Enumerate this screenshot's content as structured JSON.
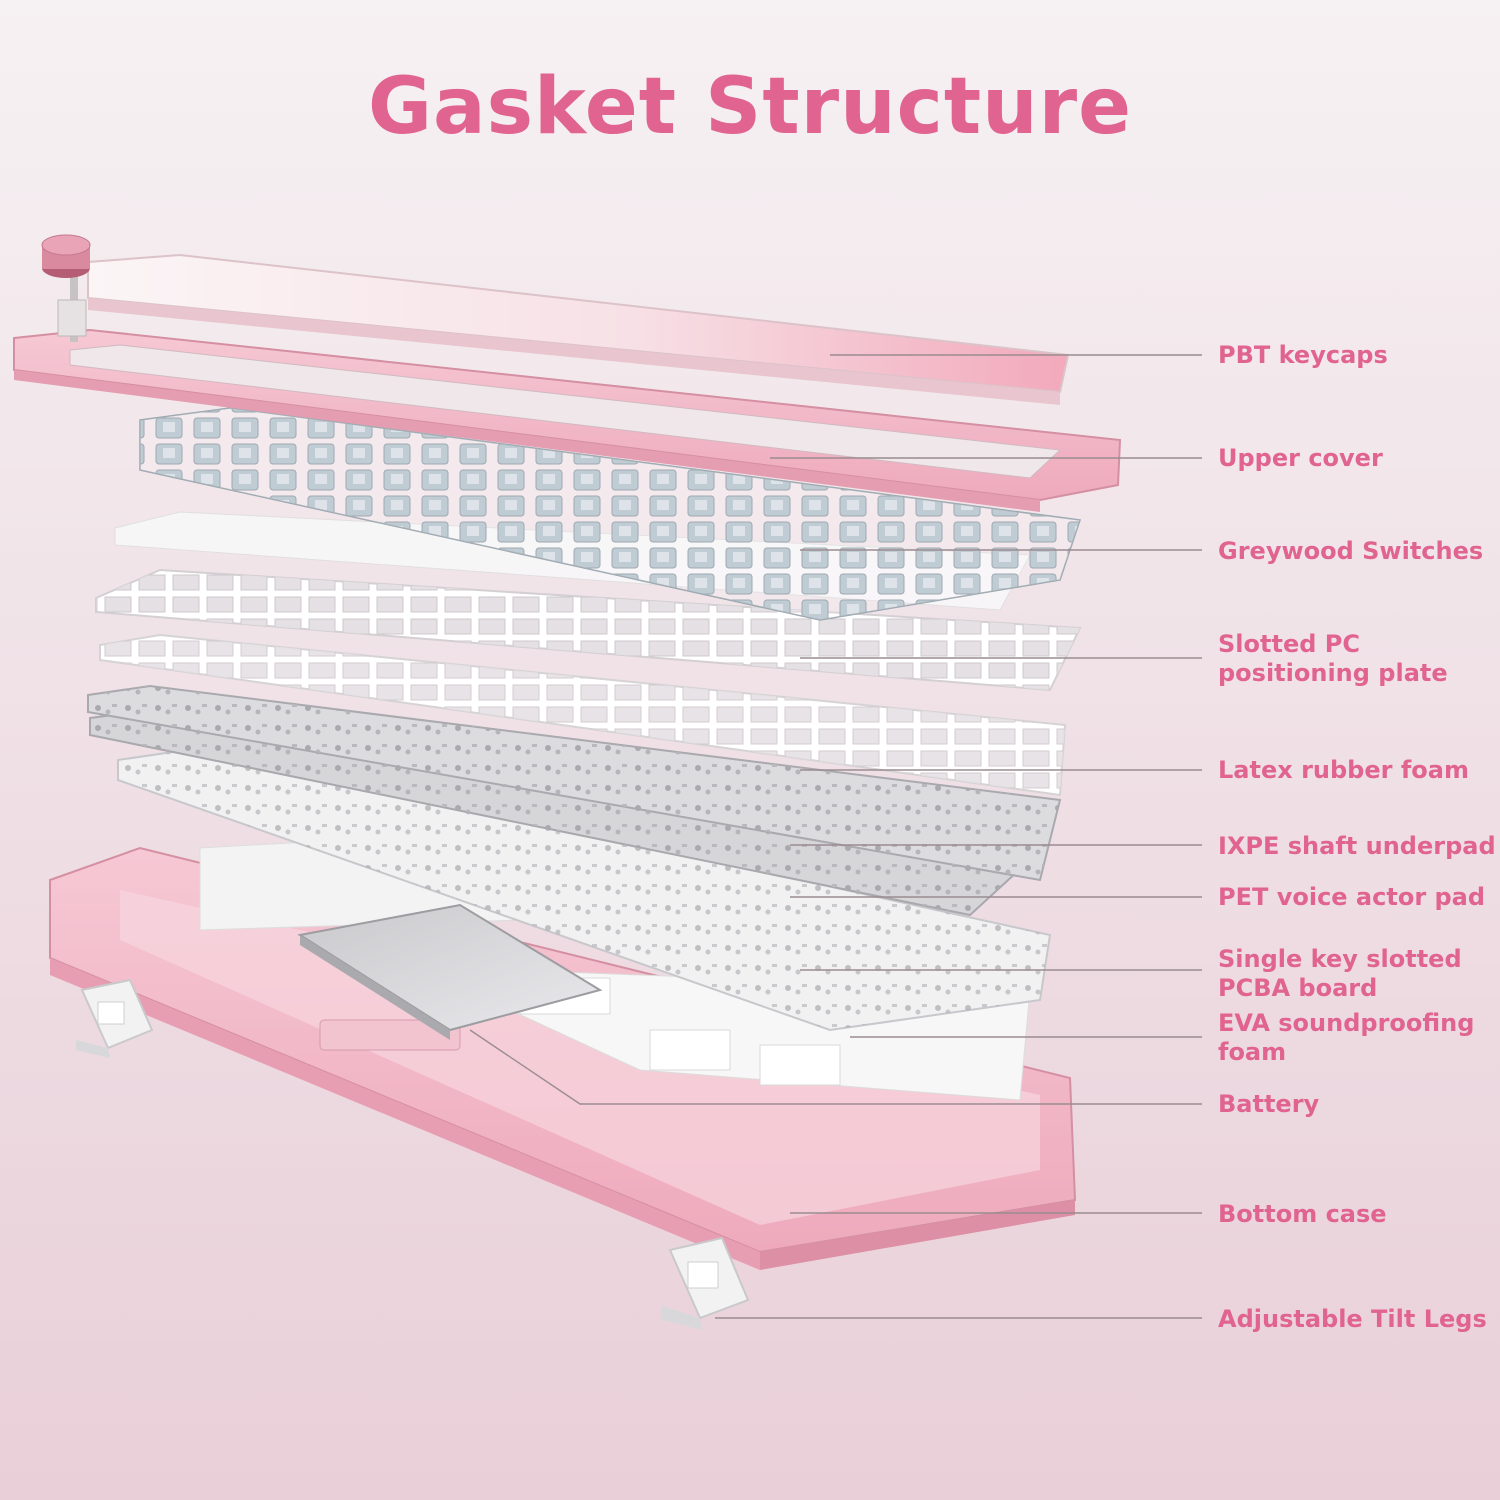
{
  "title": "Gasket Structure",
  "colors": {
    "accent": "#e0648f",
    "case_pink": "#f2b9c9",
    "line": "#9a8c90"
  },
  "labels": [
    {
      "id": "pbt-keycaps",
      "text": "PBT keycaps"
    },
    {
      "id": "upper-cover",
      "text": "Upper cover"
    },
    {
      "id": "switches",
      "text": "Greywood  Switches"
    },
    {
      "id": "pc-plate",
      "text": "Slotted PC\npositioning plate"
    },
    {
      "id": "latex-foam",
      "text": "Latex rubber foam"
    },
    {
      "id": "ixpe-pad",
      "text": "IXPE shaft underpad"
    },
    {
      "id": "pet-pad",
      "text": "PET voice actor pad"
    },
    {
      "id": "pcba",
      "text": "Single key slotted\nPCBA board"
    },
    {
      "id": "eva-foam",
      "text": "EVA soundproofing\nfoam"
    },
    {
      "id": "battery",
      "text": "Battery"
    },
    {
      "id": "bottom-case",
      "text": "Bottom case"
    },
    {
      "id": "tilt-legs",
      "text": "Adjustable Tilt Legs"
    }
  ]
}
